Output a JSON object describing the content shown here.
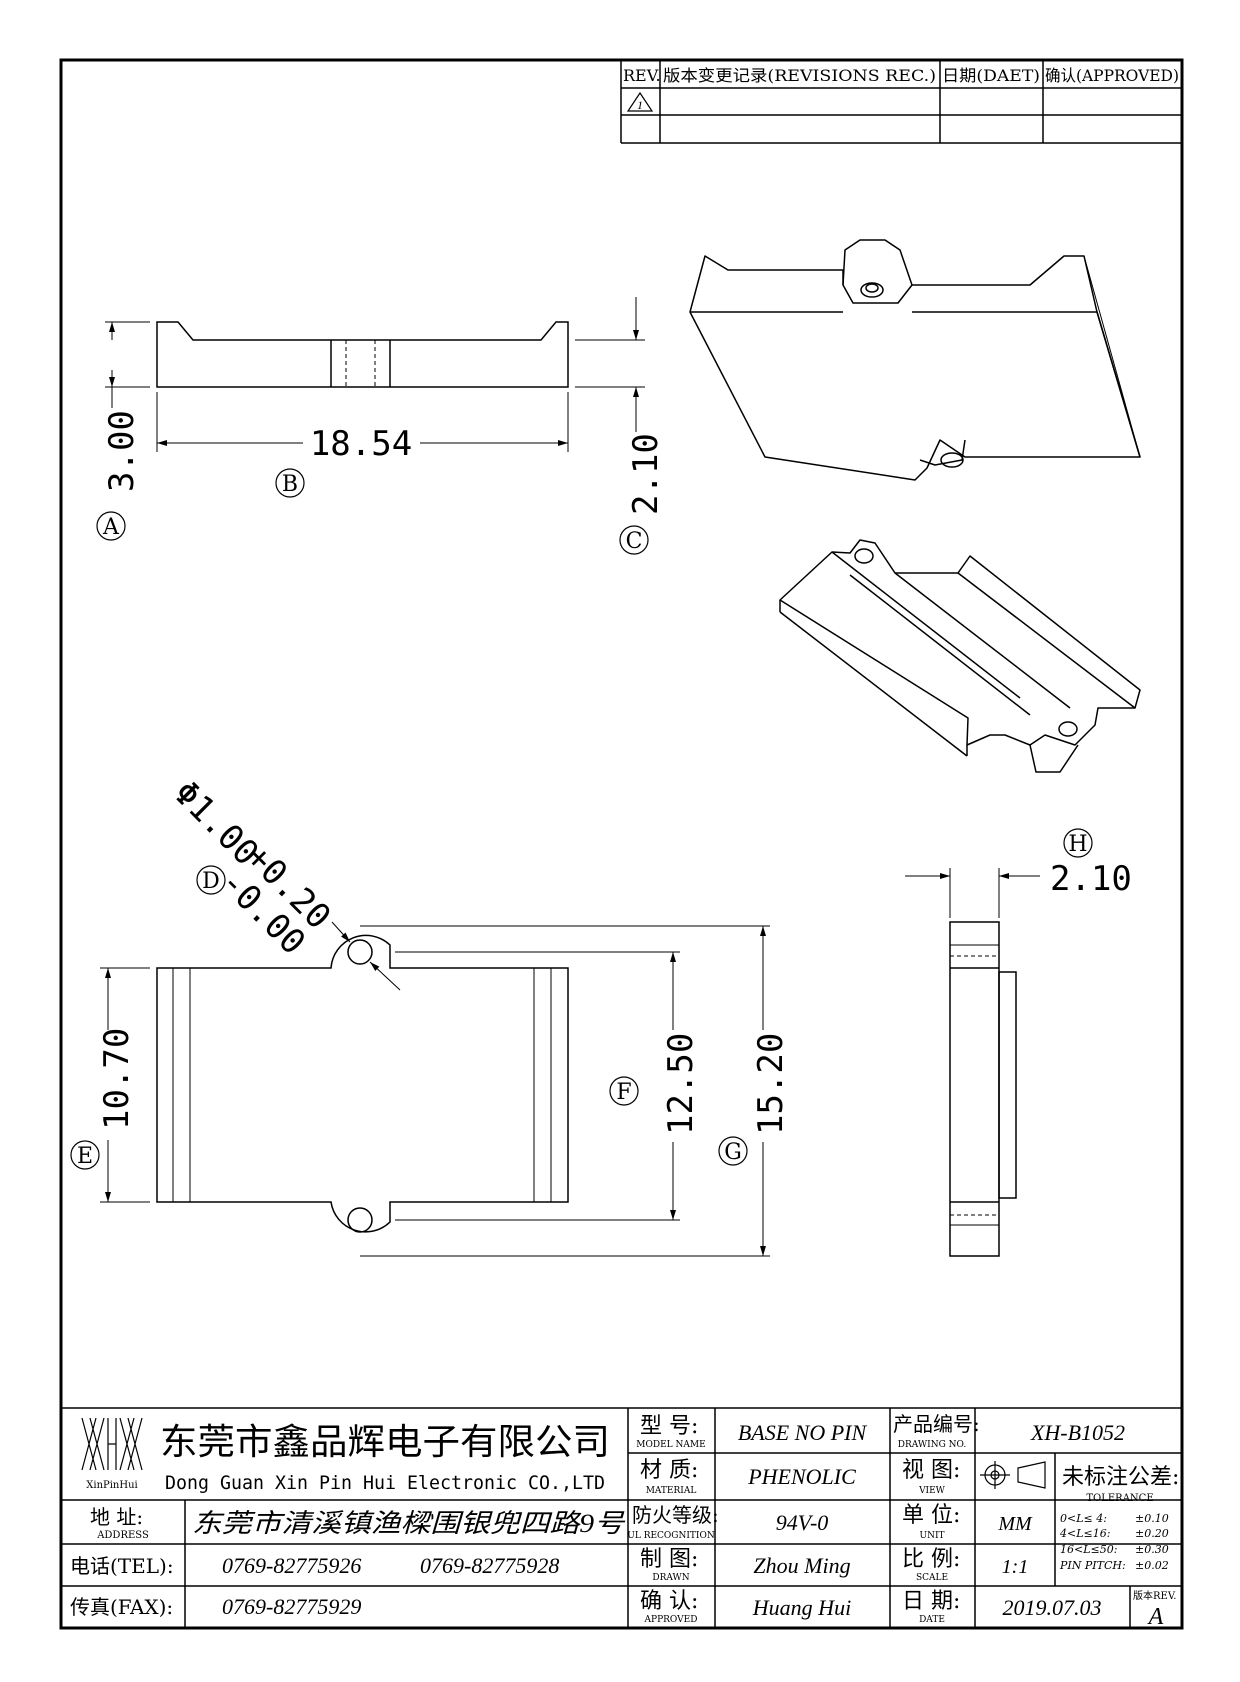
{
  "revision_table": {
    "headers": [
      "REV.",
      "版本变更记录(REVISIONS REC.)",
      "日期(DAET)",
      "确认(APPROVED)"
    ],
    "rev_marker": "1"
  },
  "dimensions": {
    "a_value": "3.00",
    "a_label": "A",
    "b_value": "18.54",
    "b_label": "B",
    "c_value": "2.10",
    "c_label": "C",
    "d_value": "Φ1.00",
    "d_tol_plus": "+0.20",
    "d_tol_minus": "-0.00",
    "d_label": "D",
    "e_value": "10.70",
    "e_label": "E",
    "f_value": "12.50",
    "f_label": "F",
    "g_value": "15.20",
    "g_label": "G",
    "h_value": "2.10",
    "h_label": "H"
  },
  "title_block": {
    "logo_text": "XinPinHui",
    "company_cn": "东莞市鑫品辉电子有限公司",
    "company_en": "Dong Guan Xin Pin Hui Electronic CO.,LTD",
    "address_label": "地  址:",
    "address_label_en": "ADDRESS",
    "address": "东莞市清溪镇渔樑围银兜四路9号",
    "tel_label": "电话(TEL):",
    "tel_1": "0769-82775926",
    "tel_2": "0769-82775928",
    "fax_label": "传真(FAX):",
    "fax": "0769-82775929",
    "model_label": "型  号:",
    "model_label_en": "MODEL NAME",
    "model": "BASE NO PIN",
    "material_label": "材  质:",
    "material_label_en": "MATERIAL",
    "material": "PHENOLIC",
    "ul_label": "防火等级:",
    "ul_label_en": "UL RECOGNITION",
    "ul": "94V-0",
    "drawn_label": "制  图:",
    "drawn_label_en": "DRAWN",
    "drawn": "Zhou Ming",
    "approved_label": "确  认:",
    "approved_label_en": "APPROVED",
    "approved": "Huang Hui",
    "drawing_no_label": "产品编号:",
    "drawing_no_label_en": "DRAWING NO.",
    "drawing_no": "XH-B1052",
    "view_label": "视  图:",
    "view_label_en": "VIEW",
    "unit_label": "单  位:",
    "unit_label_en": "UNIT",
    "unit": "MM",
    "scale_label": "比  例:",
    "scale_label_en": "SCALE",
    "scale": "1:1",
    "date_label": "日  期:",
    "date_label_en": "DATE",
    "date": "2019.07.03",
    "tolerance_title": "未标注公差:",
    "tolerance_title_en": "TOLERANCE",
    "tolerances": [
      {
        "range": "0<L≤ 4:",
        "value": "±0.10"
      },
      {
        "range": "4<L≤16:",
        "value": "±0.20"
      },
      {
        "range": "16<L≤50:",
        "value": "±0.30"
      },
      {
        "range": "PIN PITCH:",
        "value": "±0.02"
      }
    ],
    "rev_label": "版本REV.",
    "rev": "A"
  }
}
